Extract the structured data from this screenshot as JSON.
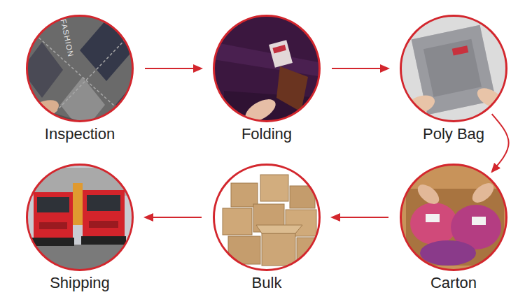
{
  "diagram": {
    "nodes": [
      {
        "text": [
          "Inspection"
        ]
      },
      {
        "text": [
          "Folding"
        ]
      },
      {
        "text": [
          "Poly Bag"
        ]
      },
      {
        "text": [
          "Shipping"
        ]
      },
      {
        "text": [
          "Bulk"
        ]
      },
      {
        "text": [
          "Carton"
        ]
      }
    ],
    "edges": [
      {
        "from": 0,
        "to": 1,
        "arrow": "to"
      },
      {
        "from": 1,
        "to": 2,
        "arrow": "to"
      },
      {
        "from": 2,
        "to": 5,
        "arrow": "to"
      },
      {
        "from": 5,
        "to": 4,
        "arrow": "to"
      },
      {
        "from": 4,
        "to": 3,
        "arrow": "to"
      }
    ],
    "labels": [
      "FASHION"
    ]
  }
}
